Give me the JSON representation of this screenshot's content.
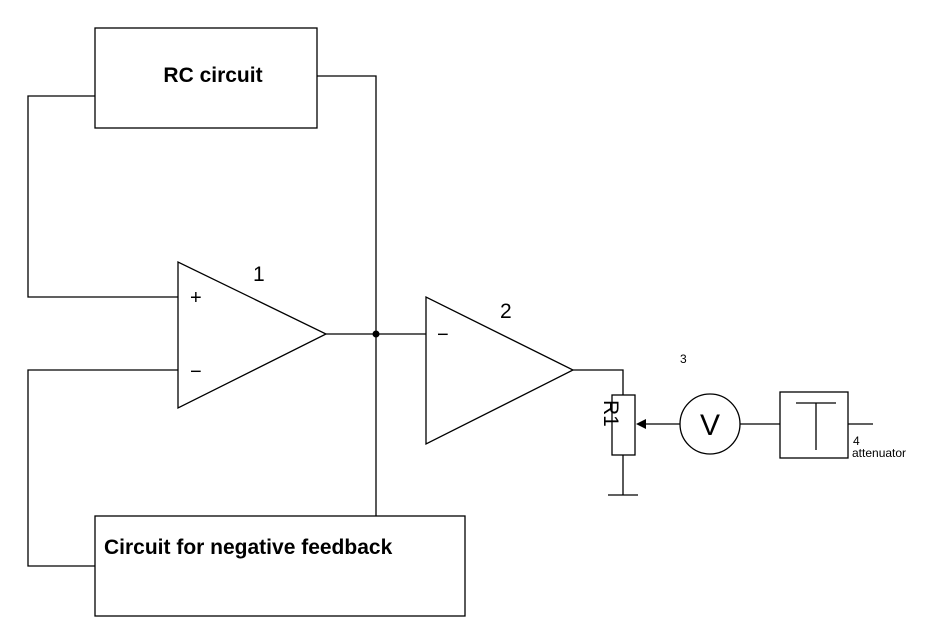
{
  "blocks": {
    "rc_circuit": "RC circuit",
    "negative_feedback": "Circuit for negative feedback",
    "attenuator": "attenuator"
  },
  "amplifiers": {
    "amp1": {
      "number": "1",
      "plus": "+",
      "minus": "−"
    },
    "amp2": {
      "number": "2",
      "minus": "−"
    }
  },
  "resistor": {
    "label": "R1"
  },
  "voltmeter": {
    "number": "3",
    "symbol": "V"
  },
  "attenuator_number": "4"
}
